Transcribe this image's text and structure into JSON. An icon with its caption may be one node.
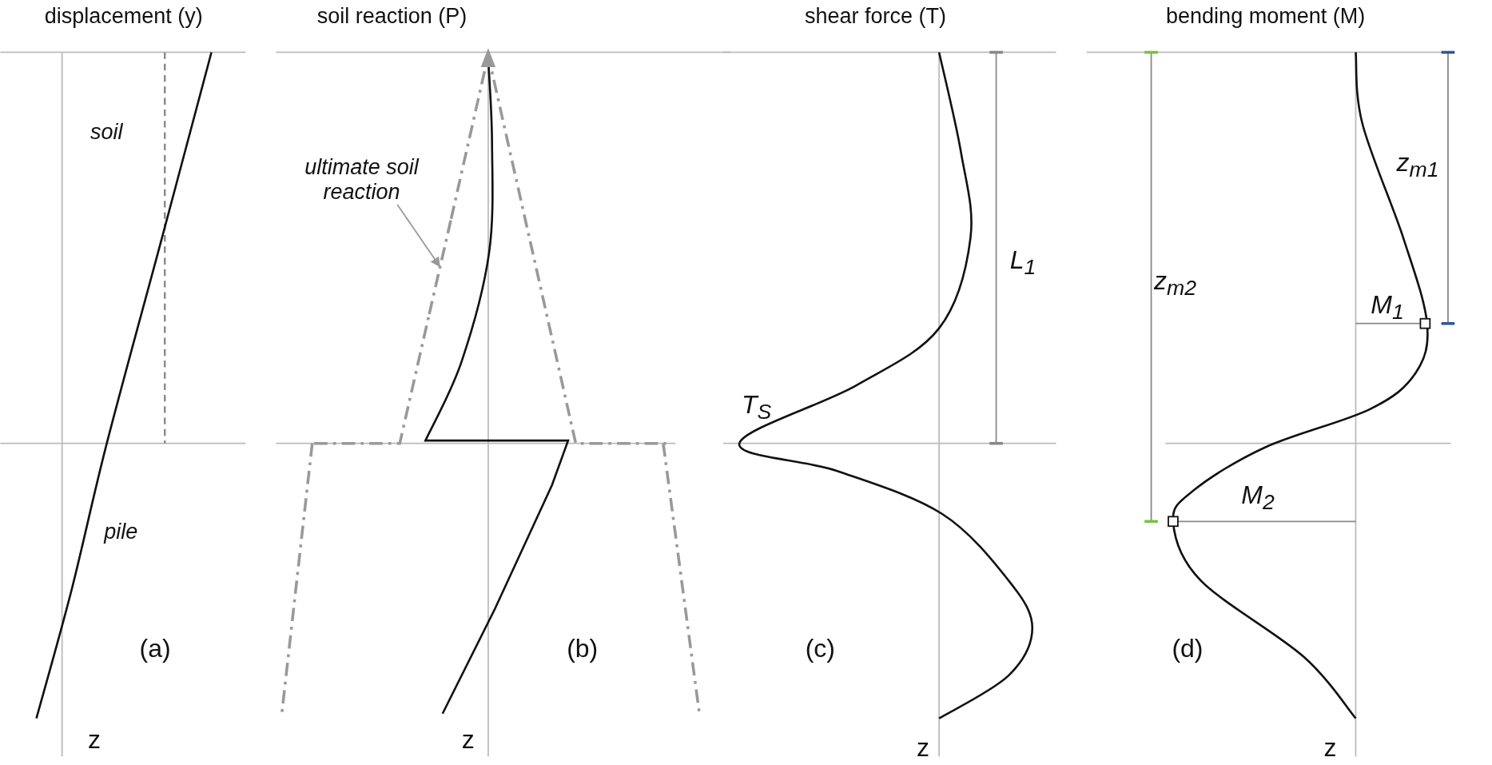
{
  "diagram": {
    "nodes": [
      {
        "text": [
          "ultimate soil reaction"
        ]
      },
      {
        "text": [],
        "shape": "line"
      }
    ],
    "edges": [
      {
        "from": 0,
        "to": 1,
        "arrow": "to"
      }
    ],
    "labels": [
      "displacement  (y)",
      "soil reaction (P)",
      "shear force (T)",
      "bending moment (M)",
      "soil",
      "pile",
      "L$_{1}$",
      "z$_{m1}$",
      "z$_{m2}$",
      "M$_{1}$",
      "T$_{S}$",
      "M$_{2}$",
      "(a)",
      "(b)",
      "(c)",
      "(d)",
      "z",
      "z",
      "z",
      "z"
    ]
  }
}
